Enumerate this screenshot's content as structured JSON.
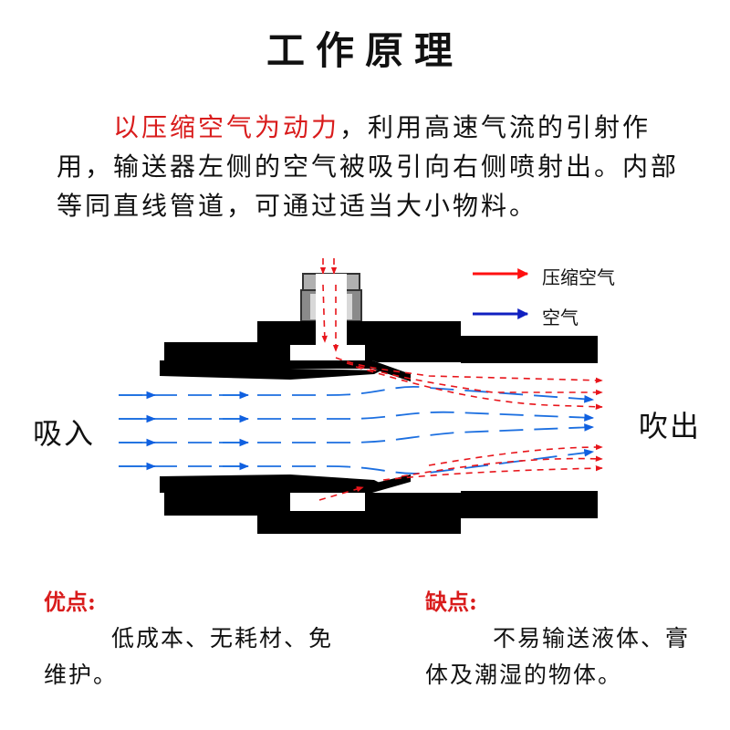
{
  "title": "工作原理",
  "intro": {
    "highlight": "以压缩空气为动力",
    "text": "，利用高速气流的引射作用，输送器左侧的空气被吸引向右侧喷射出。内部等同直线管道，可通过适当大小物料。"
  },
  "legend": {
    "compressed_air": "压缩空气",
    "air": "空气",
    "compressed_color": "#e8151b",
    "air_color": "#1060e0"
  },
  "labels": {
    "inlet": "吸入",
    "outlet": "吹出"
  },
  "pros": {
    "heading": "优点:",
    "text": "低成本、无耗材、免维护。"
  },
  "cons": {
    "heading": "缺点:",
    "text": "不易输送液体、膏体及潮湿的物体。"
  }
}
